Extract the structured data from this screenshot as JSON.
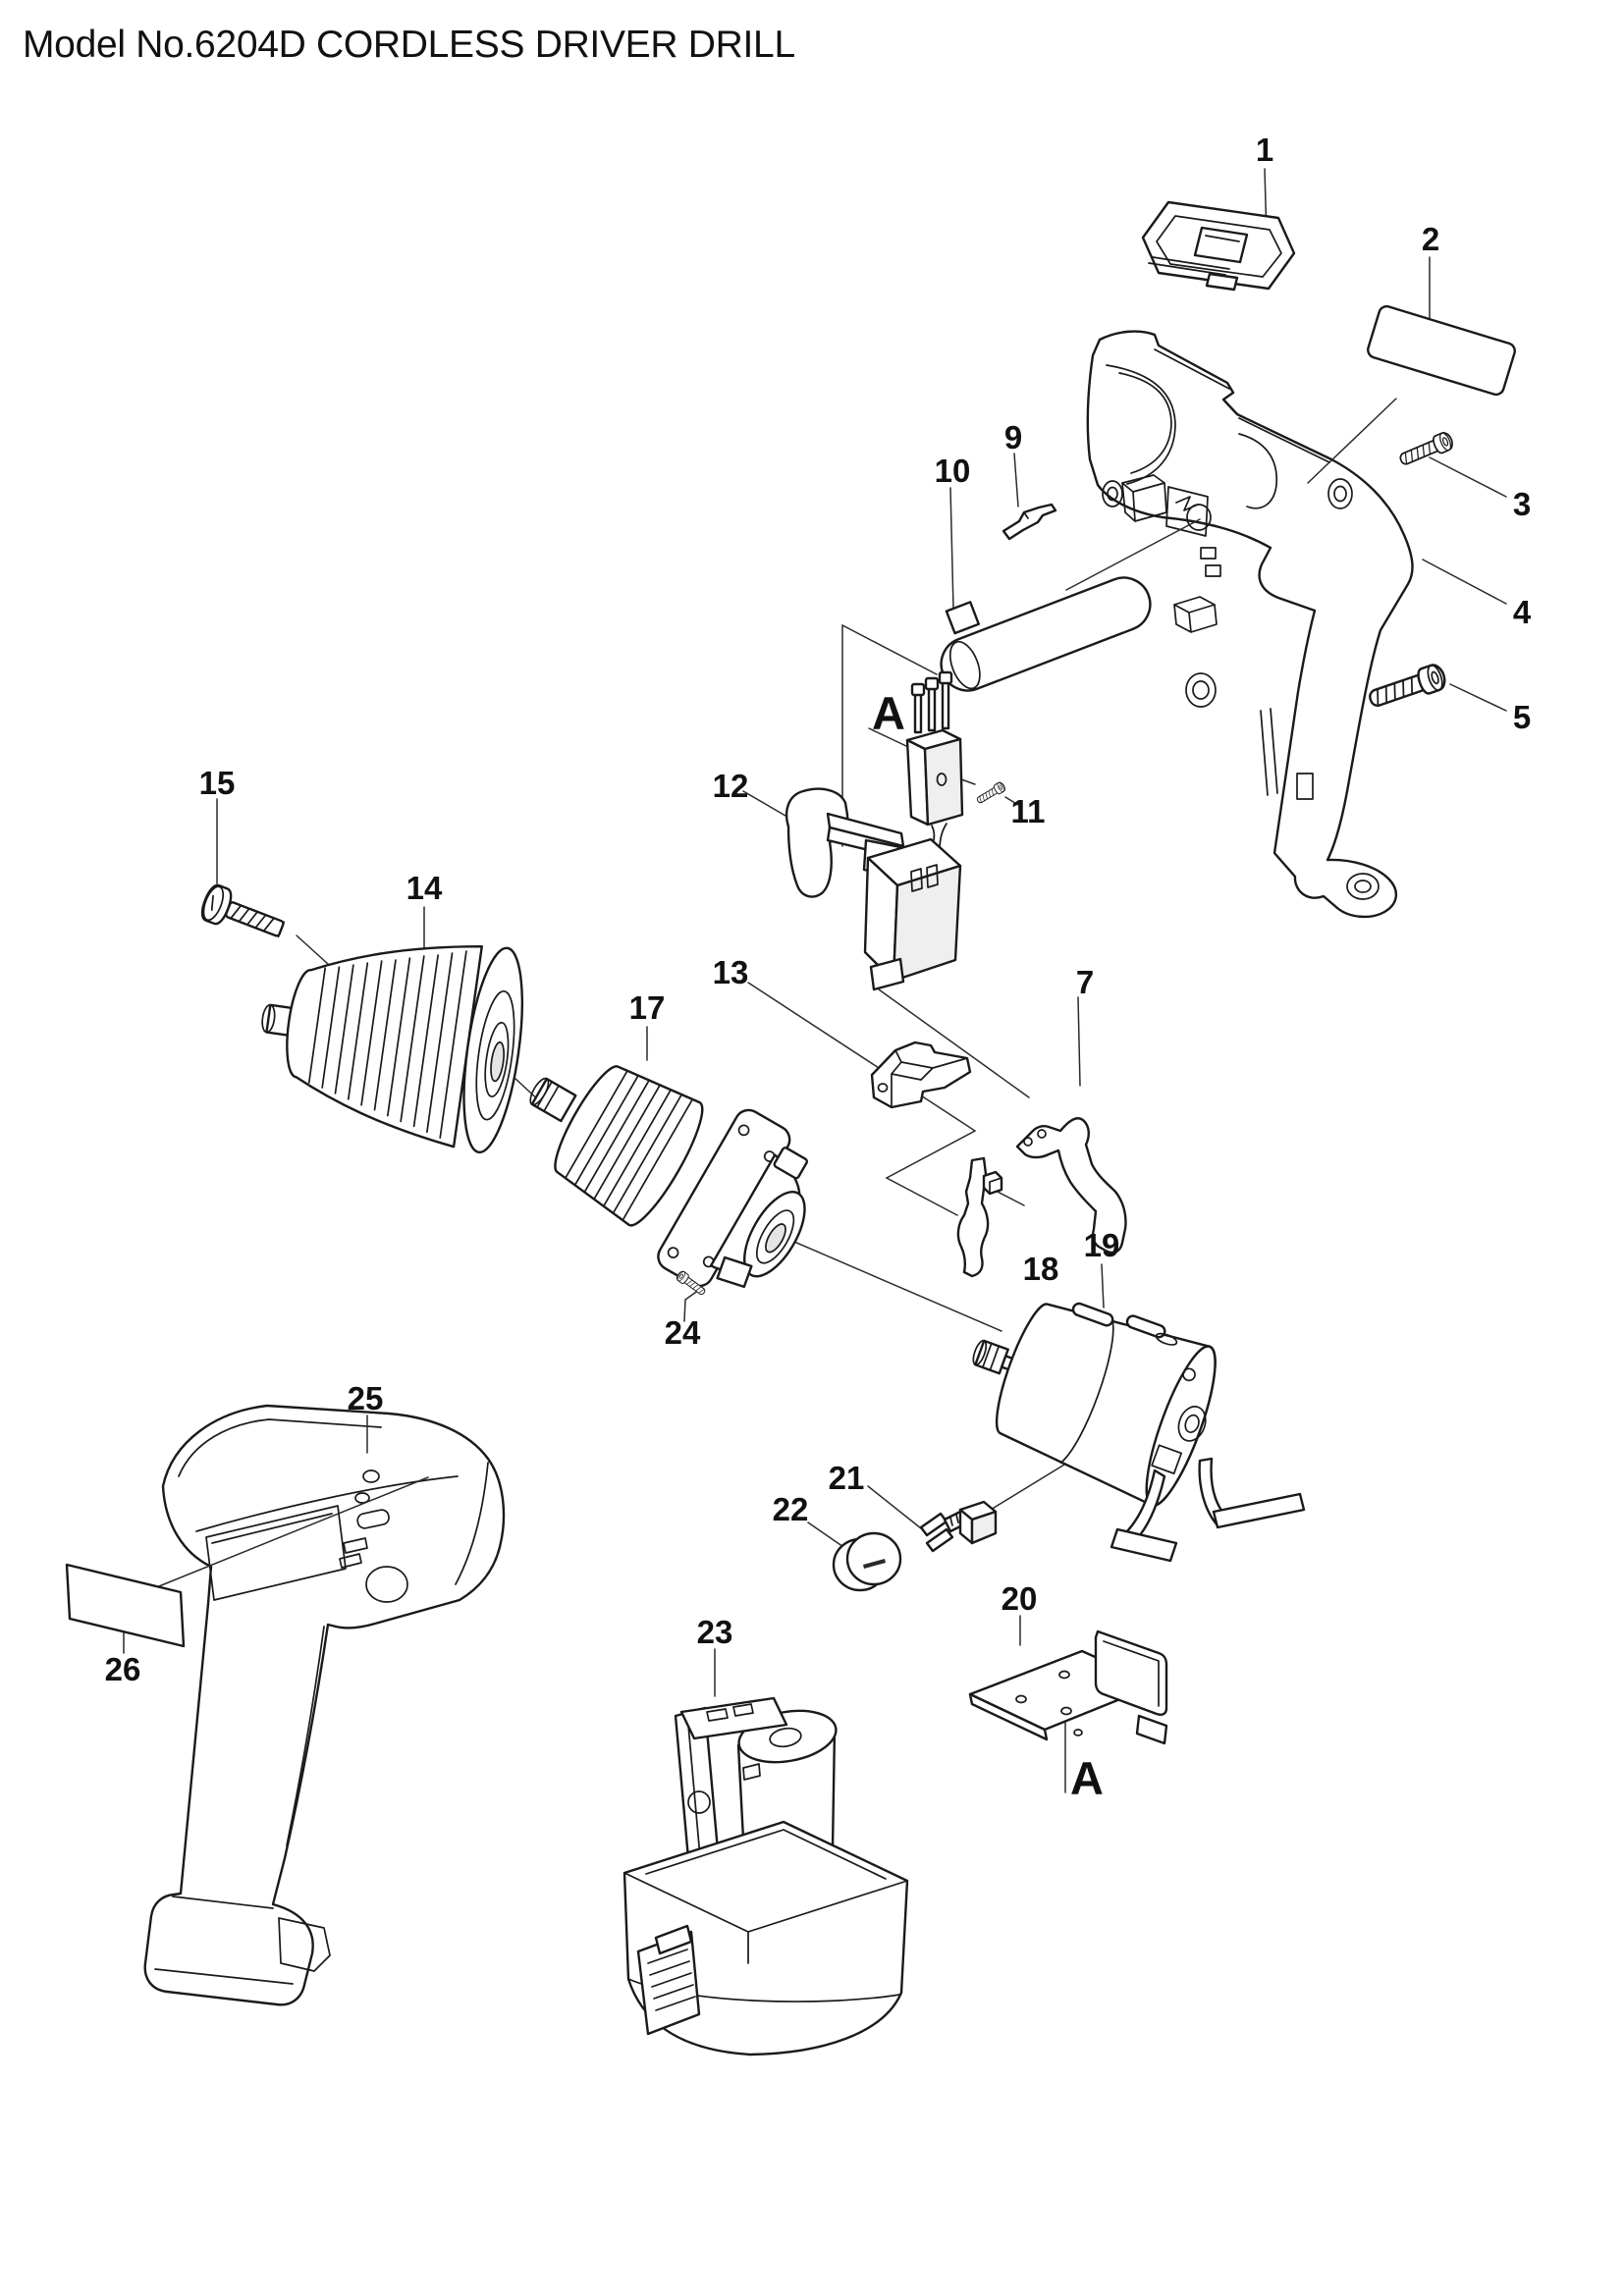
{
  "title": "Model No.6204D CORDLESS DRIVER DRILL",
  "diagram": {
    "section_marker": "A",
    "callouts": [
      "1",
      "2",
      "3",
      "4",
      "5",
      "7",
      "9",
      "10",
      "11",
      "12",
      "13",
      "14",
      "15",
      "17",
      "18",
      "19",
      "20",
      "21",
      "22",
      "23",
      "24",
      "25",
      "26"
    ]
  }
}
